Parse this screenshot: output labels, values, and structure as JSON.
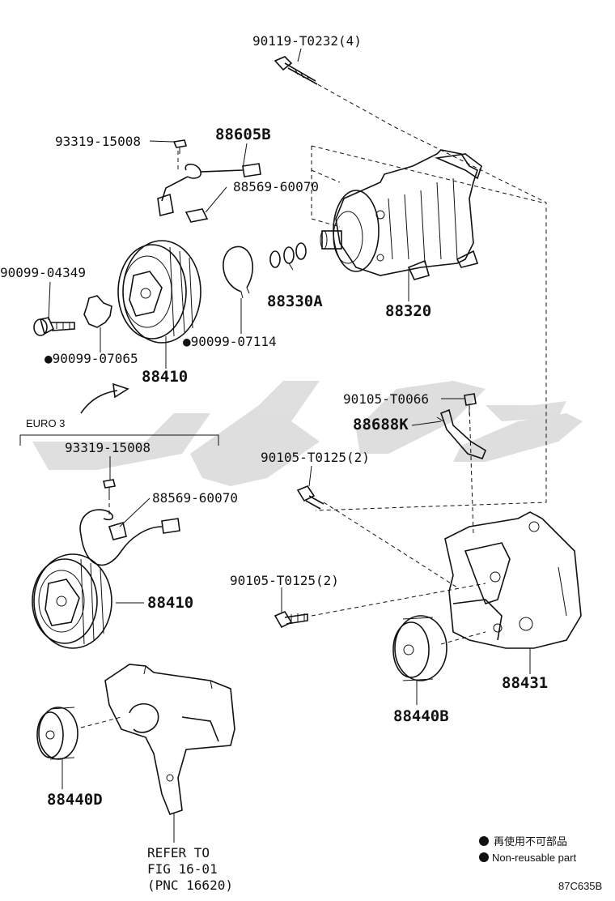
{
  "labels": {
    "bolt_top": "90119-T0232(4)",
    "screw_a": "93319-15008",
    "harness_a": "88605B",
    "clip_a": "88569-60070",
    "bolt_a": "90099-04349",
    "shim": "88330A",
    "compressor": "88320",
    "snapring": "●90099-07114",
    "washer": "●90099-07065",
    "clutch_a": "88410",
    "euro": "EURO 3",
    "screw_b": "93319-15008",
    "clip_b": "88569-60070",
    "clutch_b": "88410",
    "bolt_t0066": "90105-T0066",
    "bracket_k": "88688K",
    "bolt_t0125_a": "90105-T0125(2)",
    "bolt_t0125_b": "90105-T0125(2)",
    "bracket": "88431",
    "idler_b": "88440B",
    "idler_d": "88440D",
    "refer_1": "REFER TO",
    "refer_2": "FIG 16-01",
    "refer_3": "(PNC 16620)",
    "legend_jp": "再使用不可部品",
    "legend_en": "Non-reusable part",
    "code": "87C635B"
  }
}
